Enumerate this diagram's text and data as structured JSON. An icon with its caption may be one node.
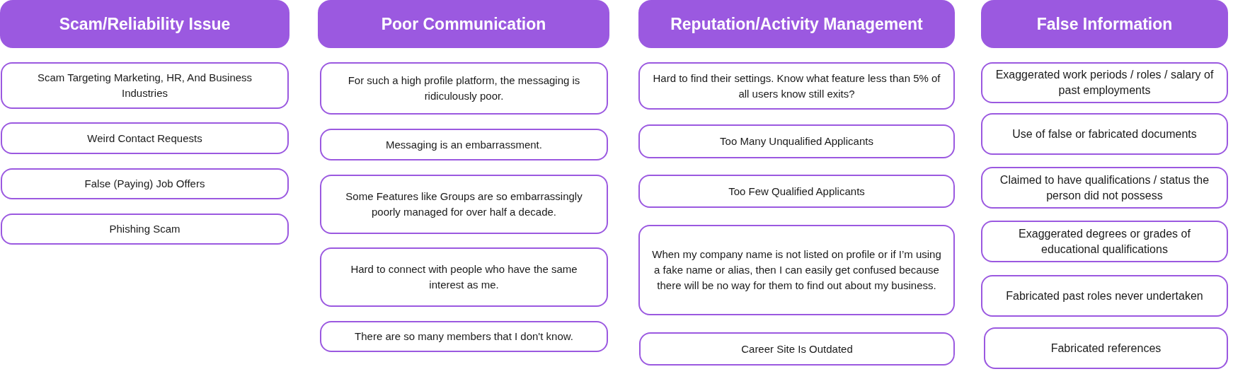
{
  "diagram": {
    "nodes": [
      {
        "text": [
          "Scam/Reliability Issue"
        ]
      },
      {
        "text": [
          "Scam Targeting Marketing, HR, And Business Industries"
        ]
      },
      {
        "text": [
          "Weird Contact Requests"
        ]
      },
      {
        "text": [
          "False (Paying) Job Offers"
        ]
      },
      {
        "text": [
          "Phishing Scam"
        ]
      },
      {
        "text": [
          "Poor Communication"
        ]
      },
      {
        "text": [
          "For such a high profile platform, the messaging is ridiculously poor."
        ]
      },
      {
        "text": [
          "Messaging is an embarrassment."
        ]
      },
      {
        "text": [
          "Some Features like Groups are so embarrassingly poorly managed for over half a decade."
        ]
      },
      {
        "text": [
          "Hard to connect with people who have the same interest as me."
        ]
      },
      {
        "text": [
          "There are so many members that I don't know."
        ]
      },
      {
        "text": [
          "Reputation/Activity Management"
        ]
      },
      {
        "text": [
          "Hard to find their settings. Know what feature less than 5% of all users know still exits?"
        ]
      },
      {
        "text": [
          "Too Many Unqualified Applicants"
        ]
      },
      {
        "text": [
          "Too Few Qualified Applicants"
        ]
      },
      {
        "text": [
          "When my company name is not listed on profile or if I’m using a fake name or alias, then I can easily get confused because there will be no way for them to find out about my business."
        ]
      },
      {
        "text": [
          "Career Site Is Outdated"
        ]
      },
      {
        "text": [
          "False Information"
        ]
      },
      {
        "text": [
          "Exaggerated work periods / roles / salary of past employments"
        ]
      },
      {
        "text": [
          "Use of false or fabricated documents"
        ]
      },
      {
        "text": [
          "Claimed to have qualifications / status the person did not possess"
        ]
      },
      {
        "text": [
          "Exaggerated degrees or grades of educational qualifications"
        ]
      },
      {
        "text": [
          "Fabricated past roles never undertaken"
        ]
      },
      {
        "text": [
          "Fabricated references"
        ]
      }
    ]
  }
}
